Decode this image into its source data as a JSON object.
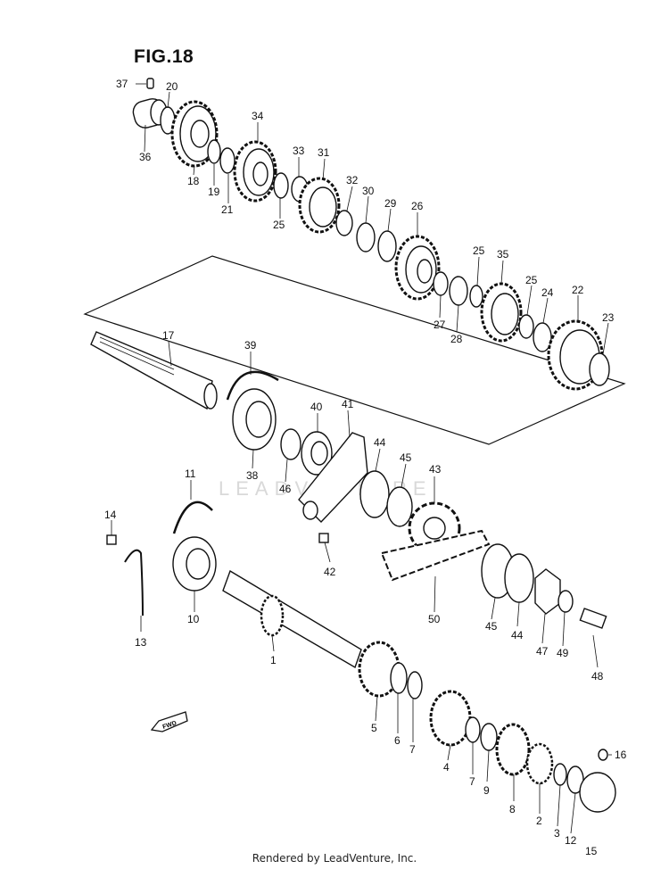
{
  "figure": {
    "title": "FIG.18"
  },
  "footer": {
    "text": "Rendered by LeadVenture, Inc."
  },
  "watermark": {
    "text": "LEADVENTURE"
  },
  "direction_marker": {
    "text": "FWD"
  },
  "parts": [
    {
      "id": "p37",
      "number": "37"
    },
    {
      "id": "p20",
      "number": "20"
    },
    {
      "id": "p36",
      "number": "36"
    },
    {
      "id": "p18",
      "number": "18"
    },
    {
      "id": "p19",
      "number": "19"
    },
    {
      "id": "p21",
      "number": "21"
    },
    {
      "id": "p34",
      "number": "34"
    },
    {
      "id": "p33",
      "number": "33"
    },
    {
      "id": "p31",
      "number": "31"
    },
    {
      "id": "p25a",
      "number": "25"
    },
    {
      "id": "p32",
      "number": "32"
    },
    {
      "id": "p30",
      "number": "30"
    },
    {
      "id": "p29",
      "number": "29"
    },
    {
      "id": "p26",
      "number": "26"
    },
    {
      "id": "p25b",
      "number": "25"
    },
    {
      "id": "p35",
      "number": "35"
    },
    {
      "id": "p25c",
      "number": "25"
    },
    {
      "id": "p24",
      "number": "24"
    },
    {
      "id": "p22",
      "number": "22"
    },
    {
      "id": "p23",
      "number": "23"
    },
    {
      "id": "p27",
      "number": "27"
    },
    {
      "id": "p28",
      "number": "28"
    },
    {
      "id": "p17",
      "number": "17"
    },
    {
      "id": "p39",
      "number": "39"
    },
    {
      "id": "p40",
      "number": "40"
    },
    {
      "id": "p41",
      "number": "41"
    },
    {
      "id": "p38",
      "number": "38"
    },
    {
      "id": "p46",
      "number": "46"
    },
    {
      "id": "p44a",
      "number": "44"
    },
    {
      "id": "p45a",
      "number": "45"
    },
    {
      "id": "p43",
      "number": "43"
    },
    {
      "id": "p11",
      "number": "11"
    },
    {
      "id": "p14",
      "number": "14"
    },
    {
      "id": "p42",
      "number": "42"
    },
    {
      "id": "p13",
      "number": "13"
    },
    {
      "id": "p10",
      "number": "10"
    },
    {
      "id": "p50",
      "number": "50"
    },
    {
      "id": "p45b",
      "number": "45"
    },
    {
      "id": "p44b",
      "number": "44"
    },
    {
      "id": "p47",
      "number": "47"
    },
    {
      "id": "p49",
      "number": "49"
    },
    {
      "id": "p48",
      "number": "48"
    },
    {
      "id": "p1",
      "number": "1"
    },
    {
      "id": "p5",
      "number": "5"
    },
    {
      "id": "p6",
      "number": "6"
    },
    {
      "id": "p7a",
      "number": "7"
    },
    {
      "id": "p4",
      "number": "4"
    },
    {
      "id": "p7b",
      "number": "7"
    },
    {
      "id": "p9",
      "number": "9"
    },
    {
      "id": "p8",
      "number": "8"
    },
    {
      "id": "p2",
      "number": "2"
    },
    {
      "id": "p3",
      "number": "3"
    },
    {
      "id": "p12",
      "number": "12"
    },
    {
      "id": "p15",
      "number": "15"
    },
    {
      "id": "p16",
      "number": "16"
    }
  ]
}
